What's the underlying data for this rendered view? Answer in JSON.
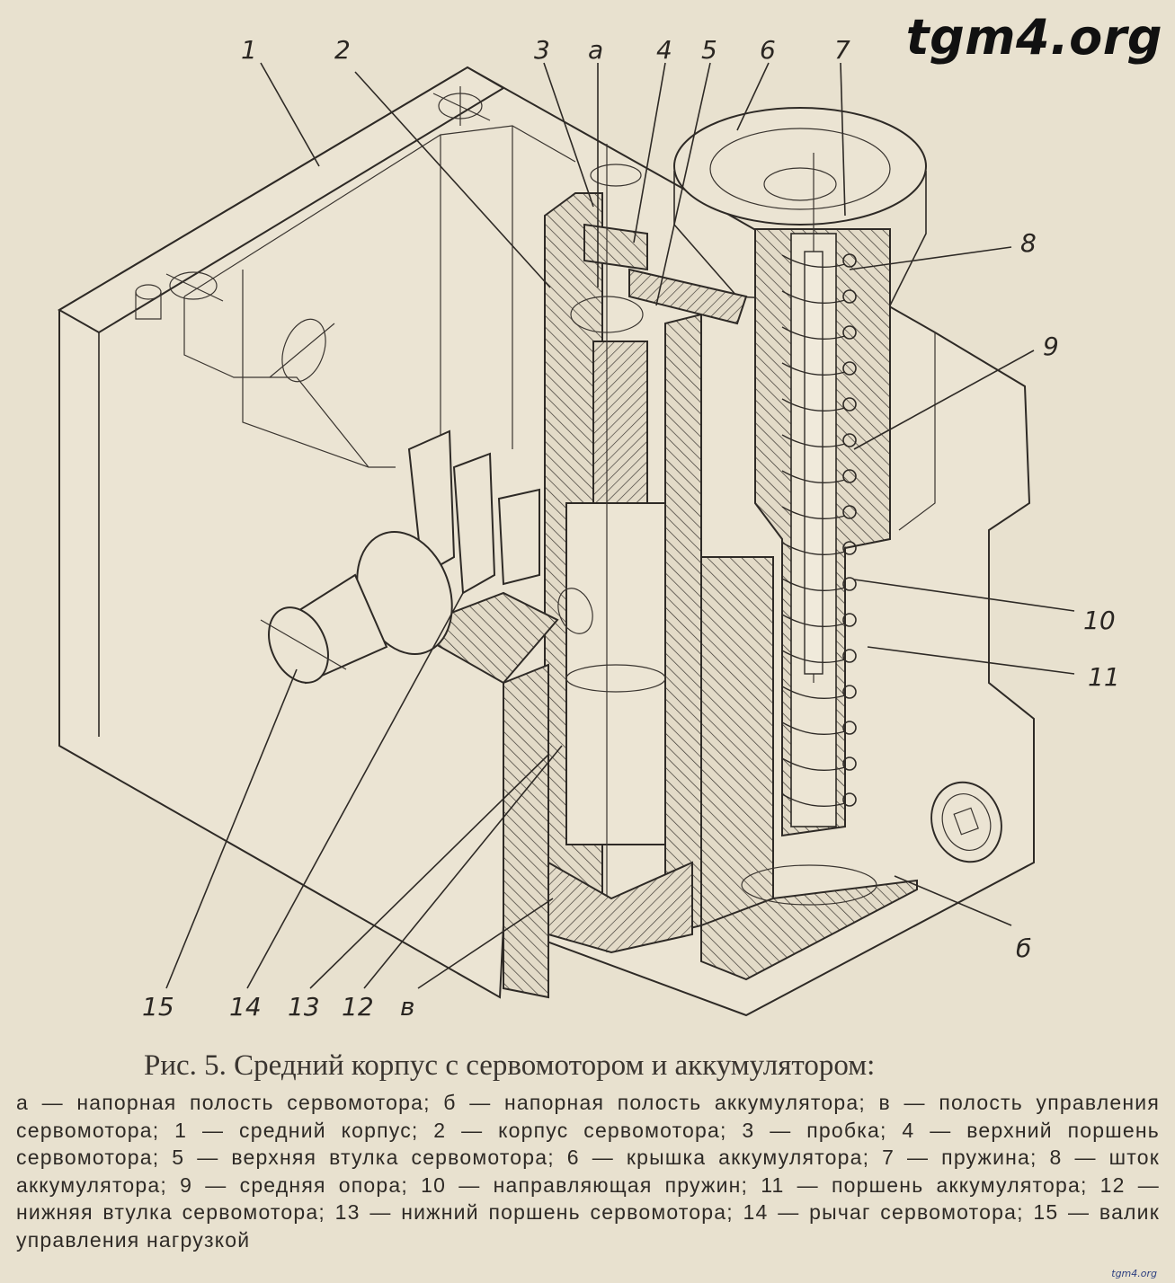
{
  "watermark": "tgm4.org",
  "figure": {
    "labels": {
      "n1": "1",
      "n2": "2",
      "n3": "3",
      "na": "a",
      "n4": "4",
      "n5": "5",
      "n6": "6",
      "n7": "7",
      "n8": "8",
      "n9": "9",
      "n10": "10",
      "n11": "11",
      "n15": "15",
      "n14": "14",
      "n13": "13",
      "n12": "12",
      "nv": "в",
      "nb": "б"
    }
  },
  "caption": {
    "title": "Рис. 5. Средний корпус с сервомотором и аккумулятором:",
    "legend": "а — напорная полость сервомотора; б — напорная полость аккумулятора; в — полость управления сервомотора; 1 — средний корпус; 2 — корпус сервомотора; 3 — пробка; 4 — верхний поршень сервомотора; 5 — верхняя втулка сервомотора; 6 — крышка аккумулятора; 7 — пружина; 8 — шток аккумулятора; 9 — средняя опора; 10 — направляющая пружин; 11 — поршень аккумулятора; 12 — нижняя втулка сервомотора; 13 — нижний поршень сервомотора; 14 — рычаг сервомотора; 15 — валик управления нагрузкой"
  },
  "footmark": "tgm4.org"
}
